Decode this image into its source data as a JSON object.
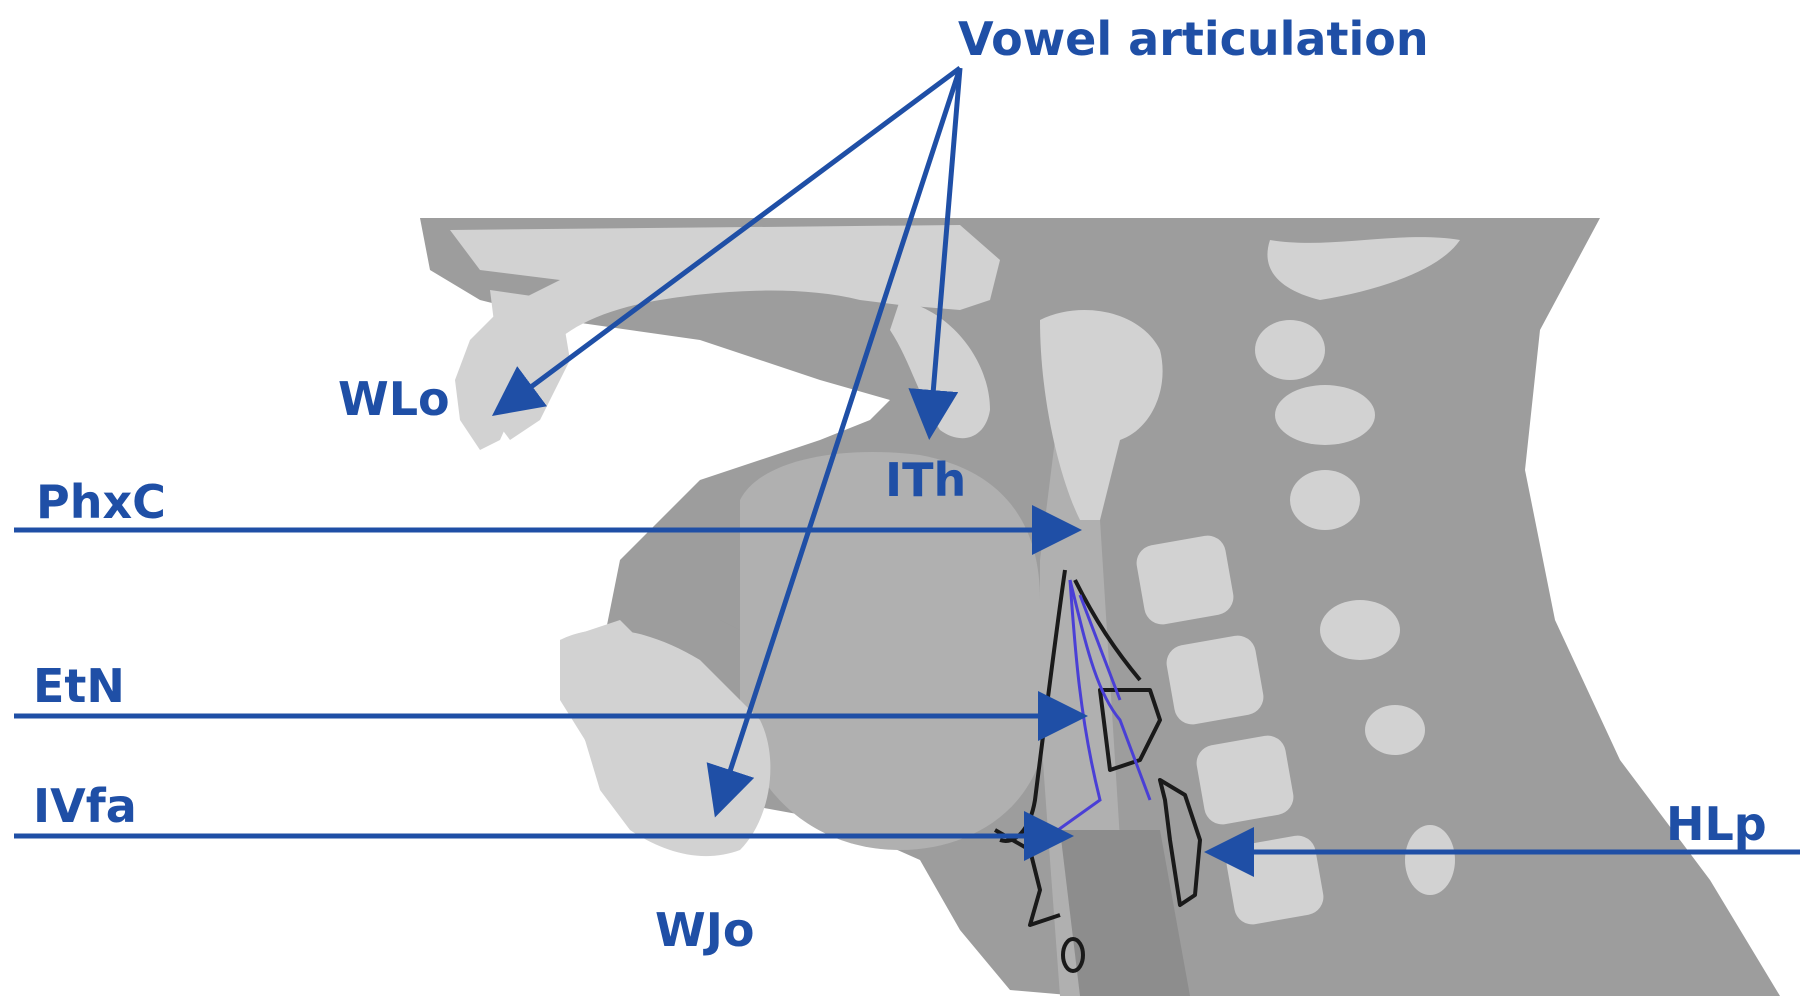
{
  "labels": {
    "vowel_articulation": "Vowel articulation",
    "wlo": "WLo",
    "ith": "ITh",
    "phxc": "PhxC",
    "etn": "EtN",
    "ivfa": "IVfa",
    "wjo": "WJo",
    "hlp": "HLp"
  },
  "colors": {
    "label": "#1f4fa6",
    "tissue": "#9d9d9d",
    "bone": "#d2d2d2"
  }
}
